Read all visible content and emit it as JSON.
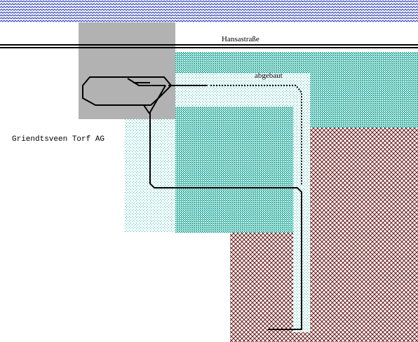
{
  "map": {
    "labels": {
      "street": "Hansastraße",
      "removed_area": "abgebaut",
      "company": "Griendtsveen Torf AG"
    },
    "colors": {
      "water": "#2a3cb8",
      "road": "#000000",
      "works_area": "#b2b2b2",
      "peat_dense": "#20a898",
      "peat_light": "#30c0b0",
      "field_hatch": "#6a1a1a",
      "track": "#000000"
    }
  }
}
